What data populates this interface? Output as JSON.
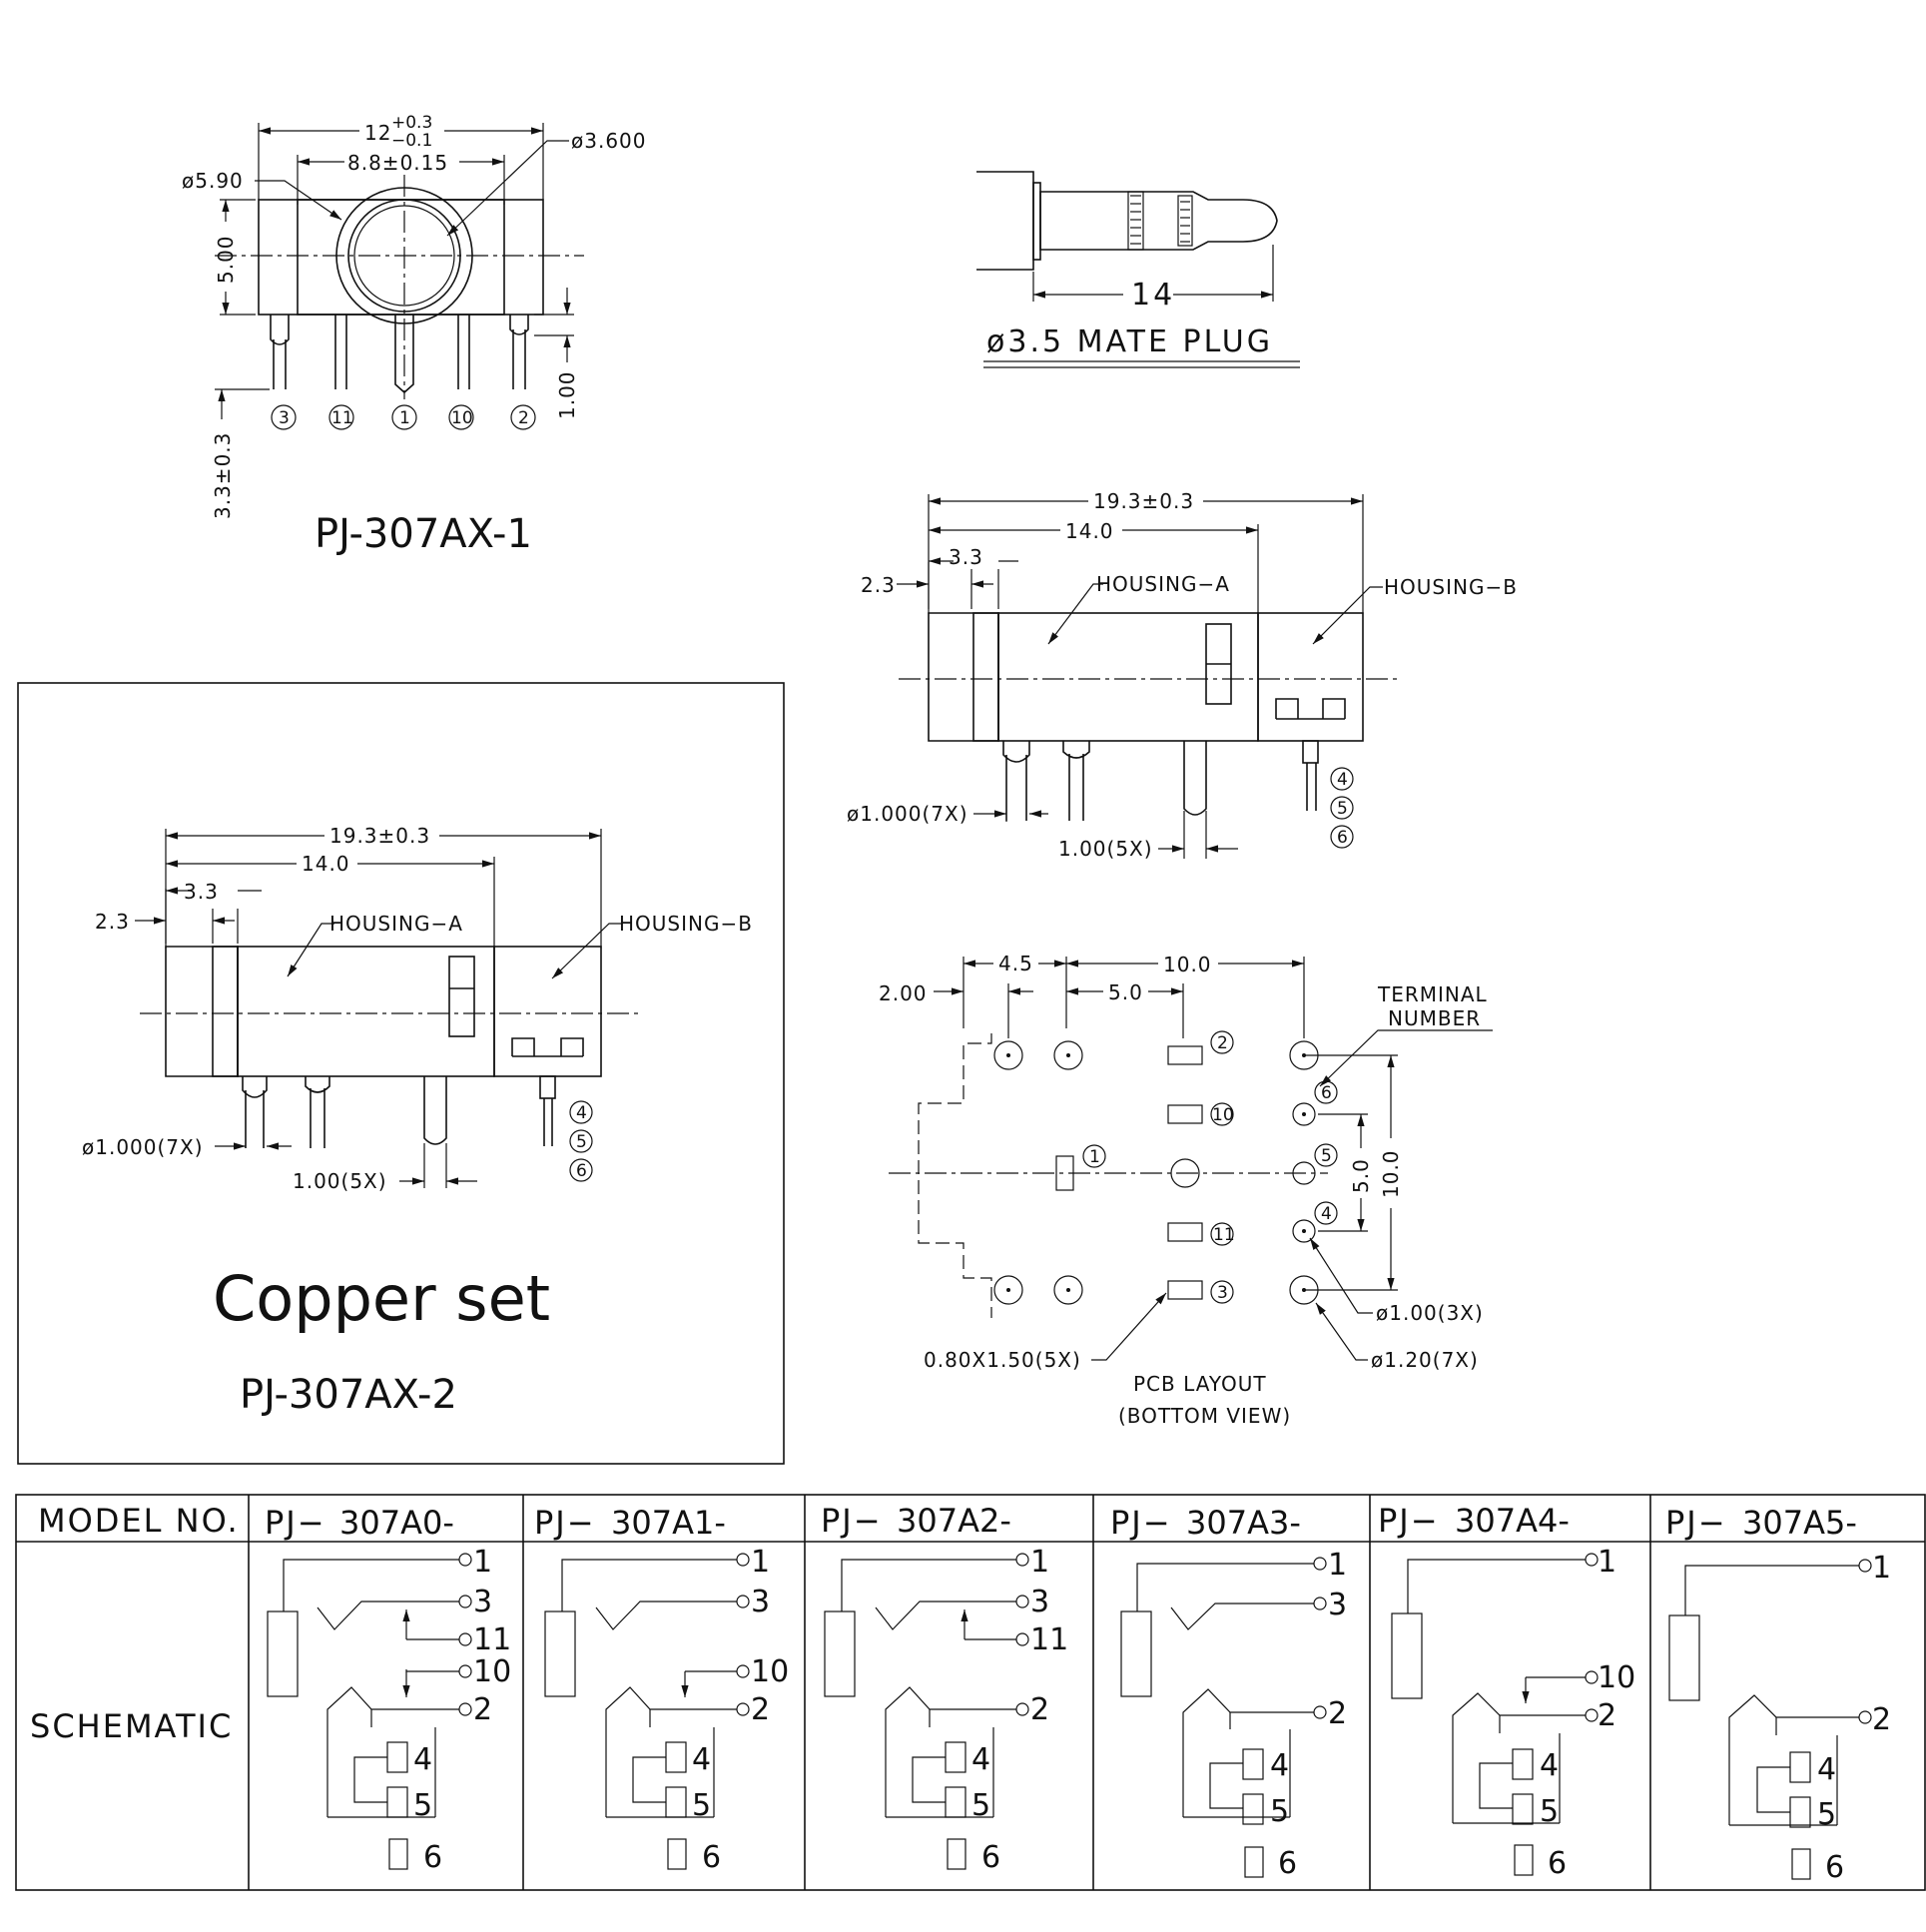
{
  "top_view": {
    "dim_width_main": "12",
    "dim_width_tol_plus": "+0.3",
    "dim_width_tol_minus": "−0.1",
    "dim_inner": "8.8±0.15",
    "dia_outer": "ø5.90",
    "dia_inner": "ø3.600",
    "height": "5.00",
    "pin_offset": "1.00",
    "pin_length": "3.3±0.3",
    "pins": [
      "3",
      "11",
      "1",
      "10",
      "2"
    ],
    "title": "PJ-307AX-1"
  },
  "plug": {
    "length": "14",
    "label": "ø3.5 MATE PLUG"
  },
  "side_view": {
    "overall": "19.3±0.3",
    "housing_a_len": "14.0",
    "step": "3.3",
    "front": "2.3",
    "housing_a": "HOUSING−A",
    "housing_b": "HOUSING−B",
    "pin_dia": "ø1.000(7X)",
    "pin_pitch": "1.00(5X)",
    "pins": [
      "4",
      "5",
      "6"
    ]
  },
  "copper_set": {
    "title": "Copper set",
    "model": "PJ-307AX-2",
    "overall": "19.3±0.3",
    "housing_a_len": "14.0",
    "step": "3.3",
    "front": "2.3",
    "housing_a": "HOUSING−A",
    "housing_b": "HOUSING−B",
    "pin_dia": "ø1.000(7X)",
    "pin_pitch": "1.00(5X)",
    "pins": [
      "4",
      "5",
      "6"
    ]
  },
  "pcb_layout": {
    "dim_4_5": "4.5",
    "dim_10": "10.0",
    "dim_2": "2.00",
    "dim_5": "5.0",
    "terminal_number": [
      "TERMINAL",
      "NUMBER"
    ],
    "vdim_5": "5.0",
    "vdim_10": "10.0",
    "pad_labels_left": [
      "2",
      "10",
      "1",
      "11",
      "3"
    ],
    "pad_labels_right": [
      "6",
      "5",
      "4"
    ],
    "hole_small": "ø1.00(3X)",
    "hole_large": "ø1.20(7X)",
    "slot": "0.80X1.50(5X)",
    "caption": [
      "PCB LAYOUT",
      "(BOTTOM VIEW)"
    ]
  },
  "table": {
    "header_label": "MODEL NO.",
    "row_label": "SCHEMATIC",
    "prefix": "PJ−",
    "models": [
      "307A0-",
      "307A1-",
      "307A2-",
      "307A3-",
      "307A4-",
      "307A5-"
    ],
    "schematics": [
      {
        "terms": [
          "1",
          "3",
          "11",
          "10",
          "2",
          "4",
          "5",
          "6"
        ]
      },
      {
        "terms": [
          "1",
          "3",
          "10",
          "2",
          "4",
          "5",
          "6"
        ]
      },
      {
        "terms": [
          "1",
          "3",
          "11",
          "2",
          "4",
          "5",
          "6"
        ]
      },
      {
        "terms": [
          "1",
          "3",
          "2",
          "4",
          "5",
          "6"
        ]
      },
      {
        "terms": [
          "1",
          "10",
          "2",
          "4",
          "5",
          "6"
        ]
      },
      {
        "terms": [
          "1",
          "2",
          "4",
          "5",
          "6"
        ]
      }
    ]
  }
}
